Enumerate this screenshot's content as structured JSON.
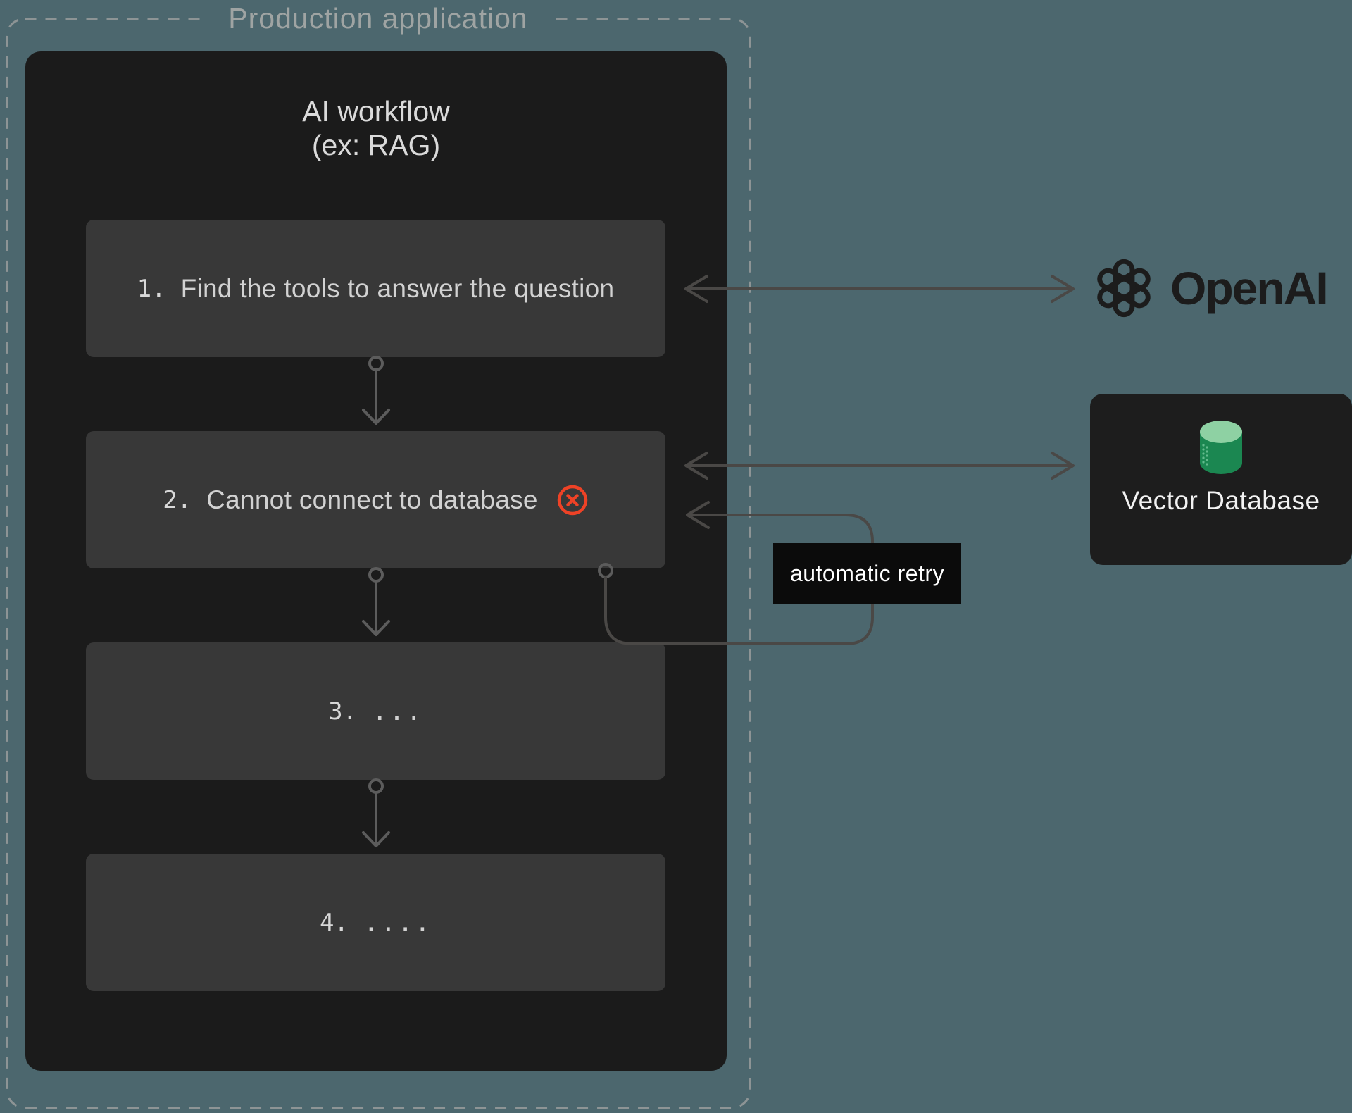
{
  "canvas": {
    "background": "#4c676e"
  },
  "colors": {
    "background": "#4c676e",
    "panel": "#1b1b1b",
    "step_box": "#383838",
    "step_text": "#d2d2d2",
    "panel_title_text": "#dadada",
    "border_dash": "#8d9495",
    "outer_title_text": "#9fa4a3",
    "arrow_inner": "#5c5c5c",
    "arrow_outer": "#4a4846",
    "error_red": "#ee4226",
    "retry_bg": "#0b0b0b",
    "retry_text": "#ffffff",
    "openai_black": "#1c1c1c",
    "db_box": "#1d1d1d",
    "db_text": "#f2f2f2",
    "cylinder_top": "#8ed1a3",
    "cylinder_body": "#1b8751",
    "cylinder_dots": "#63bb8d"
  },
  "outer": {
    "title": "Production application"
  },
  "workflow": {
    "title_line1": "AI workflow",
    "title_line2": "(ex: RAG)",
    "steps": [
      {
        "number": "1.",
        "label": "Find the tools to answer the question"
      },
      {
        "number": "2.",
        "label": "Cannot connect to database",
        "has_error": true
      },
      {
        "number": "3.",
        "label": "..."
      },
      {
        "number": "4.",
        "label": "...."
      }
    ]
  },
  "annotations": {
    "retry_label": "automatic retry"
  },
  "services": {
    "openai": {
      "label": "OpenAI",
      "icon": "openai-logo-icon"
    },
    "vector_db": {
      "label": "Vector Database",
      "icon": "database-cylinder-icon"
    }
  }
}
